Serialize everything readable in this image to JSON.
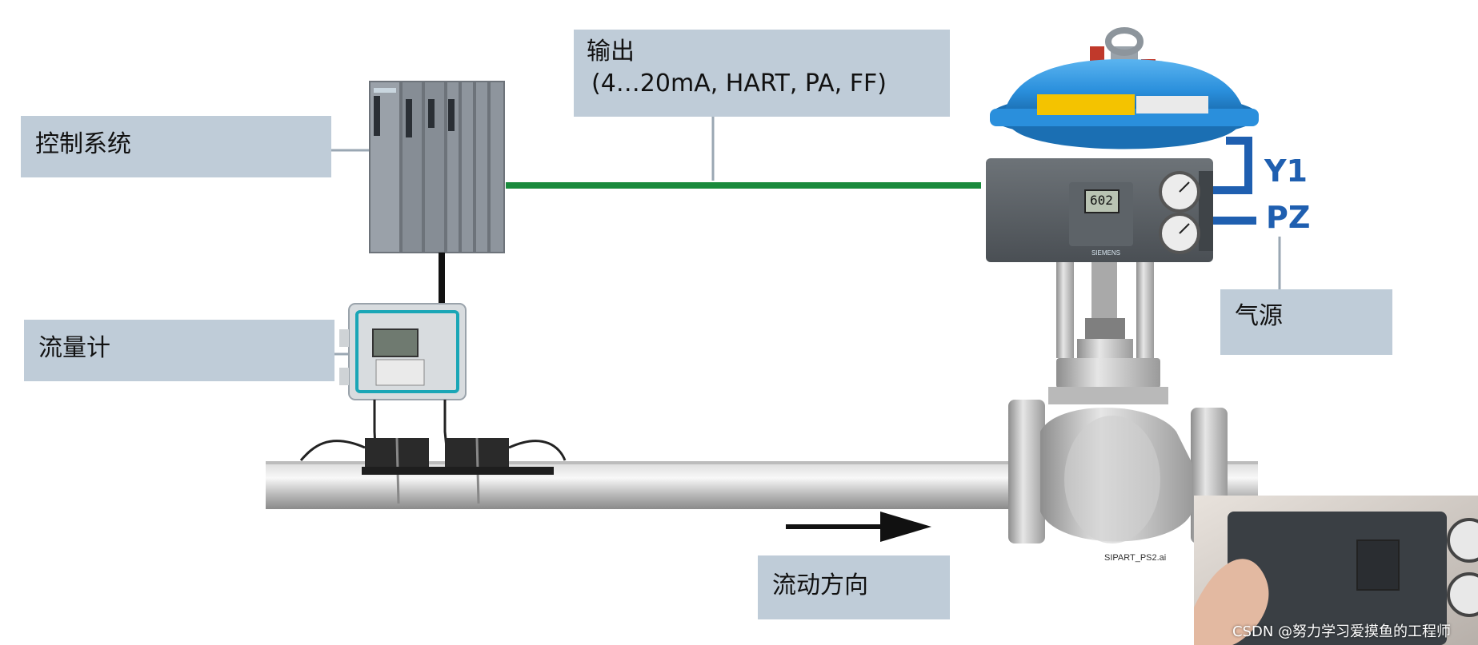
{
  "labels": {
    "control_system": "控制系统",
    "flowmeter": "流量计",
    "output_line1": "输出",
    "output_line2": "(4…20mA, HART, PA, FF)",
    "air_supply": "气源",
    "flow_direction": "流动方向"
  },
  "pneumatic": {
    "y1": "Y1",
    "pz": "PZ"
  },
  "caption": "SIPART_PS2.ai",
  "watermark": "CSDN @努力学习爱摸鱼的工程师",
  "device_text": {
    "lcd": "602",
    "brand": "SIEMENS"
  },
  "colors": {
    "label_bg": "#bfccd8",
    "signal_line": "#1a8a3c",
    "pneumatic_blue": "#1f5fb0",
    "actuator_blue": "#2a8fdc"
  }
}
